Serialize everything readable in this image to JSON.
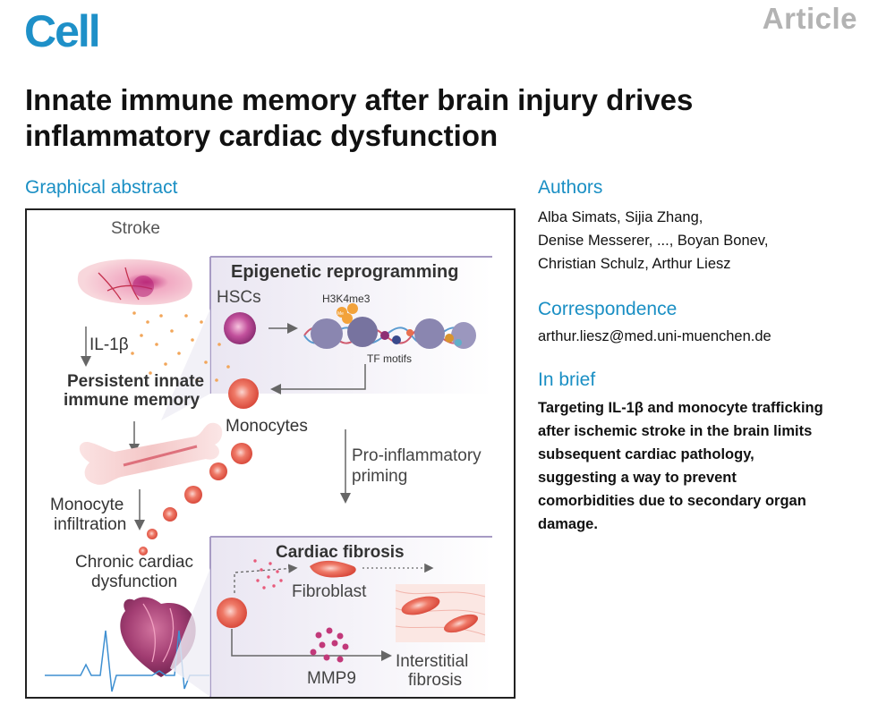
{
  "header": {
    "journal": "Cell",
    "article_type": "Article",
    "title": "Innate immune memory after brain injury drives inflammatory cardiac dysfunction"
  },
  "sections": {
    "graphical_abstract": "Graphical abstract",
    "authors": "Authors",
    "correspondence": "Correspondence",
    "in_brief": "In brief"
  },
  "authors_lines": [
    "Alba Simats, Sijia Zhang,",
    "Denise Messerer, ..., Boyan Bonev,",
    "Christian Schulz, Arthur Liesz"
  ],
  "correspondence_email": "arthur.liesz@med.uni-muenchen.de",
  "in_brief_lines": [
    "Targeting IL-1β and monocyte trafficking",
    "after ischemic stroke in the brain limits",
    "subsequent cardiac pathology,",
    "suggesting a way to prevent",
    "comorbidities due to secondary organ",
    "damage."
  ],
  "abstract": {
    "stroke": "Stroke",
    "il1b": "IL-1β",
    "memory_line1": "Persistent innate",
    "memory_line2": "immune memory",
    "monocyte_line1": "Monocyte",
    "monocyte_line2": "infiltration",
    "chronic_line1": "Chronic cardiac",
    "chronic_line2": "dysfunction",
    "epigenetic": "Epigenetic reprogramming",
    "hscs": "HSCs",
    "h3k4me3": "H3K4me3",
    "me": "Me",
    "tf_motifs": "TF motifs",
    "monocytes": "Monocytes",
    "priming_line1": "Pro-inflammatory",
    "priming_line2": "priming",
    "cardiac_fibrosis": "Cardiac fibrosis",
    "fibroblast": "Fibroblast",
    "mmp9": "MMP9",
    "interstitial_line1": "Interstitial",
    "interstitial_line2": "fibrosis"
  },
  "colors": {
    "brand": "#1e90c8",
    "section": "#1a8fc4",
    "panel_border": "#a79bc4",
    "monocyte": "#e8604f",
    "hsc": "#b3418d",
    "ecg": "#3e8fd1"
  }
}
